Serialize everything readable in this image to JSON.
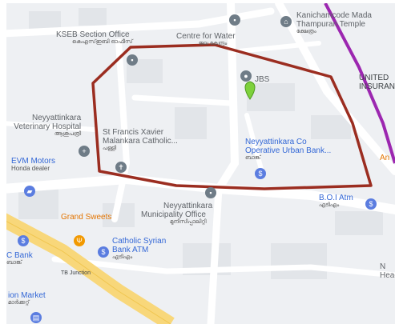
{
  "map": {
    "colors": {
      "land": "#eef0f3",
      "road": "#ffffff",
      "major_road": "#f8d77a",
      "block": "#e2e5e9",
      "boundary": "#9b2d20",
      "transit_line": "#9c27b0",
      "marker": "#7ed13c",
      "gray_label": "#5f6368",
      "blue_label": "#3367d6",
      "orange_label": "#e37400"
    },
    "places": [
      {
        "id": "kseb",
        "name": "KSEB Section Office",
        "sub": "കെഎസ്ഇബി ഓഫീസ്",
        "icon": "building-icon",
        "color": "gray"
      },
      {
        "id": "water",
        "name": "Centre for Water",
        "sub": "ജല കേന്ദ്രം",
        "icon": "building-icon",
        "color": "gray"
      },
      {
        "id": "temple",
        "name": "Kanichamcode Mada",
        "name2": "Thampuran Temple",
        "sub": "ക്ഷേത്രം",
        "icon": "temple-icon",
        "color": "gray"
      },
      {
        "id": "united",
        "name": "UNITED",
        "name2": "INSURANCE C",
        "icon": "",
        "color": "dark"
      },
      {
        "id": "jbs",
        "name": "JBS",
        "icon": "pin-icon",
        "color": "gray"
      },
      {
        "id": "vet",
        "name": "Neyyattinkara",
        "name2": "Veterinary Hospital",
        "sub": "ആശുപത്രി",
        "icon": "hospital-icon",
        "color": "gray"
      },
      {
        "id": "church",
        "name": "St Francis Xavier",
        "name2": "Malankara Catholic...",
        "sub": "പള്ളി",
        "icon": "church-icon",
        "color": "gray"
      },
      {
        "id": "coop",
        "name": "Neyyattinkara Co",
        "name2": "Operative Urban Bank...",
        "sub": "ബാങ്ക്",
        "icon": "bank-icon",
        "color": "blue"
      },
      {
        "id": "evm",
        "name": "EVM Motors",
        "name2": "Honda dealer",
        "icon": "car-icon",
        "color": "blue"
      },
      {
        "id": "anj",
        "name": "An",
        "icon": "",
        "color": "orange"
      },
      {
        "id": "municipality",
        "name": "Neyyattinkara",
        "name2": "Municipality Office",
        "sub": "മുനിസിപ്പാലിറ്റി",
        "icon": "building-icon",
        "color": "gray"
      },
      {
        "id": "boi",
        "name": "B.O.I Atm",
        "sub": "എടിഎം",
        "icon": "atm-icon",
        "color": "blue"
      },
      {
        "id": "sweets",
        "name": "Grand Sweets",
        "icon": "food-icon",
        "color": "orange"
      },
      {
        "id": "csb",
        "name": "Catholic Syrian",
        "name2": "Bank ATM",
        "sub": "എടിഎം",
        "icon": "atm-icon",
        "color": "blue"
      },
      {
        "id": "cbank",
        "name": "C Bank",
        "sub": "ബാങ്ക്",
        "icon": "bank-icon",
        "color": "blue"
      },
      {
        "id": "tb",
        "name": "TB Junction",
        "icon": "",
        "color": "dark"
      },
      {
        "id": "head",
        "name": "N",
        "name2": "Head",
        "icon": "",
        "color": "gray"
      },
      {
        "id": "market",
        "name": "ion Market",
        "sub": "മാർക്കറ്റ്",
        "icon": "shop-icon",
        "color": "blue"
      }
    ]
  }
}
